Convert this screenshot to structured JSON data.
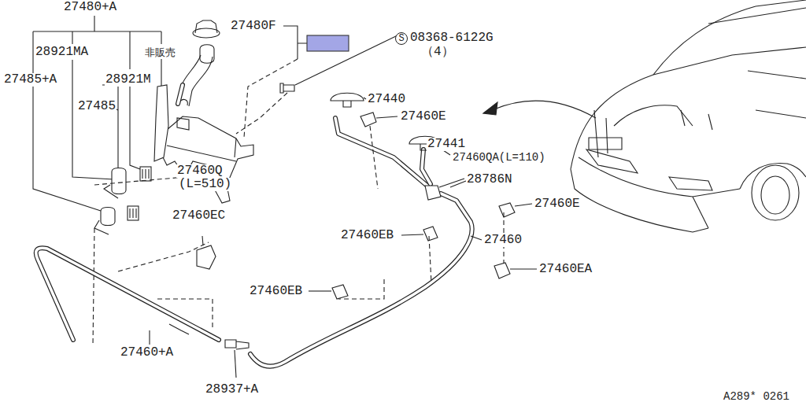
{
  "diagram": {
    "labels": [
      "27480+A",
      "27480F",
      "S",
      "08368-6122G",
      "（4）",
      "28921MA",
      "非販売",
      "27485+A",
      "28921M",
      "27485",
      "27440",
      "27460E",
      "27441",
      "27460QA(L=110)",
      "27460Q",
      "(L=510)",
      "28786N",
      "27460EC",
      "27460E",
      "27460EB",
      "27460",
      "27460EA",
      "27460EB",
      "27460+A",
      "28937+A",
      "A289* 0261"
    ]
  }
}
